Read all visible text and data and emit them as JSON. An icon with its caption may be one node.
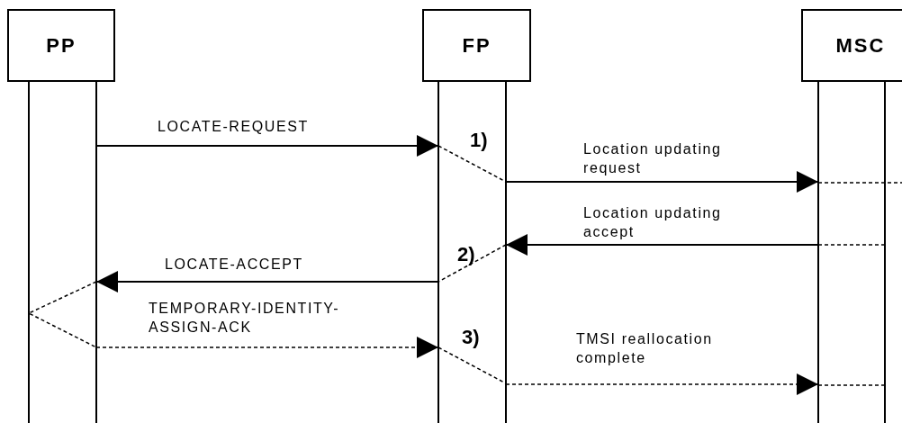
{
  "diagram": {
    "nodes": [
      {
        "text": [
          "PP"
        ]
      },
      {
        "text": [
          "FP"
        ]
      },
      {
        "text": [
          "MSC"
        ]
      }
    ],
    "edges": [
      {
        "from": 0,
        "to": 1,
        "arrow": "to",
        "label": "LOCATE-REQUEST"
      },
      {
        "from": 1,
        "to": 2,
        "arrow": "to",
        "label": "Location updating request"
      },
      {
        "from": 2,
        "to": 1,
        "arrow": "to",
        "label": "Location updating accept"
      },
      {
        "from": 1,
        "to": 0,
        "arrow": "to",
        "label": "LOCATE-ACCEPT"
      },
      {
        "from": 0,
        "to": 1,
        "arrow": "to",
        "label": "TEMPORARY-IDENTITY-ASSIGN-ACK",
        "style": "dashed"
      },
      {
        "from": 1,
        "to": 2,
        "arrow": "to",
        "label": "TMSI reallocation complete",
        "style": "dashed"
      }
    ],
    "labels": [
      "1)",
      "2)",
      "3)"
    ]
  }
}
